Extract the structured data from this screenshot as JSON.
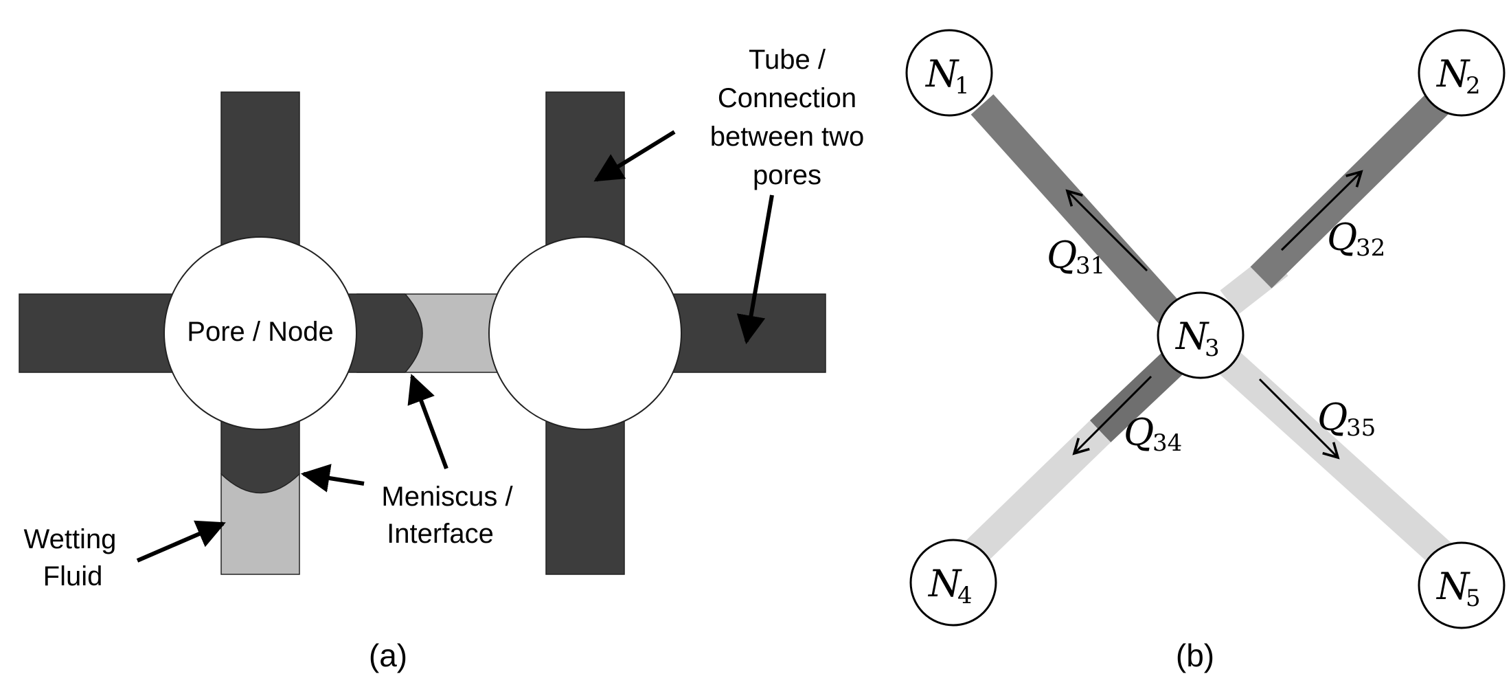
{
  "panel_a": {
    "caption": "(a)",
    "labels": {
      "pore_node": "Pore / Node",
      "tube_line1": "Tube /",
      "tube_line2": "Connection",
      "tube_line3": "between two",
      "tube_line4": "pores",
      "meniscus_line1": "Meniscus /",
      "meniscus_line2": "Interface",
      "wetting_line1": "Wetting",
      "wetting_line2": "Fluid"
    },
    "colors": {
      "non_wetting_tube": "#3d3d3d",
      "wetting_fluid": "#bdbdbd",
      "pore": "#ffffff"
    }
  },
  "panel_b": {
    "caption": "(b)",
    "nodes": [
      {
        "id": "n1",
        "symbol": "N",
        "index": "1"
      },
      {
        "id": "n2",
        "symbol": "N",
        "index": "2"
      },
      {
        "id": "n3",
        "symbol": "N",
        "index": "3"
      },
      {
        "id": "n4",
        "symbol": "N",
        "index": "4"
      },
      {
        "id": "n5",
        "symbol": "N",
        "index": "5"
      }
    ],
    "flows": [
      {
        "id": "q31",
        "symbol": "Q",
        "index": "31"
      },
      {
        "id": "q32",
        "symbol": "Q",
        "index": "32"
      },
      {
        "id": "q34",
        "symbol": "Q",
        "index": "34"
      },
      {
        "id": "q35",
        "symbol": "Q",
        "index": "35"
      }
    ],
    "colors": {
      "filled_tube": "#7a7a7a",
      "empty_tube": "#d9d9d9"
    }
  }
}
